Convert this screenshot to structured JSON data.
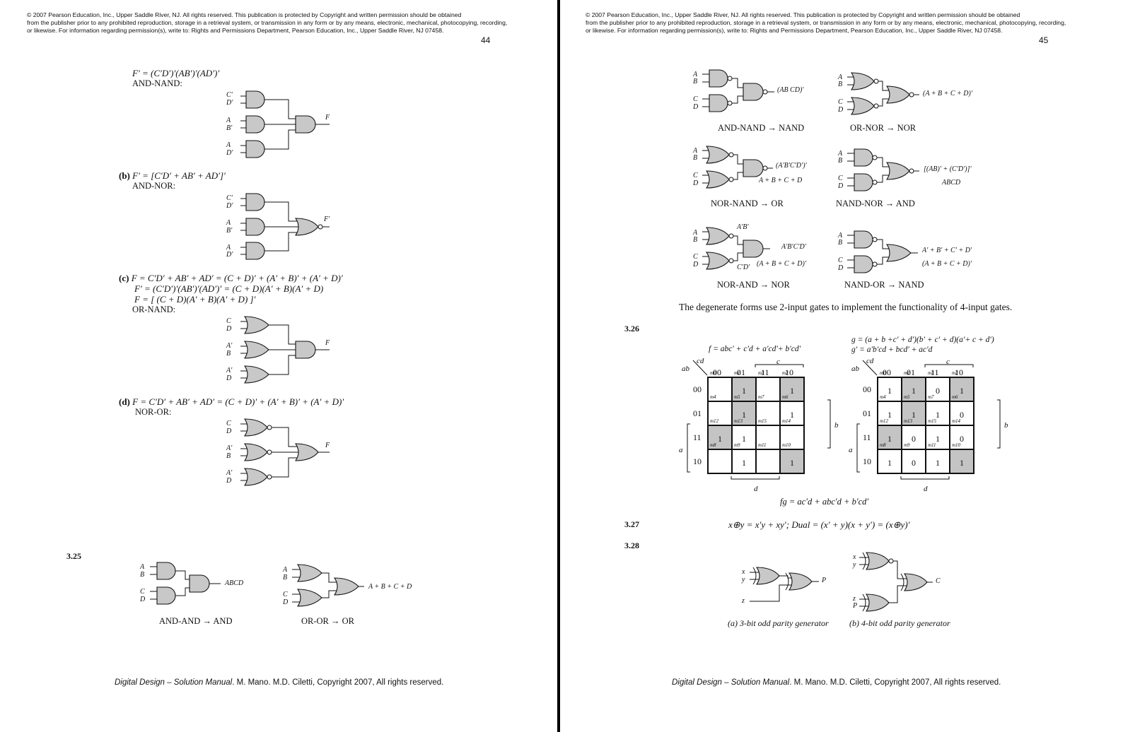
{
  "copyright": {
    "line1": "© 2007 Pearson Education, Inc., Upper Saddle River, NJ.  All rights reserved. This publication is protected by Copyright and written permission should be obtained",
    "line2": "from the publisher prior to any prohibited reproduction, storage in a retrieval system,  or transmission in any form or by any means, electronic, mechanical, photocopying, recording,",
    "line3": "or  likewise.  For information regarding permission(s), write to:  Rights and Permissions Department, Pearson Education, Inc., Upper Saddle River, NJ 07458."
  },
  "footer": {
    "title": "Digital Design – Solution Manual",
    "rest": ". M. Mano. M.D. Ciletti, Copyright 2007, All rights reserved."
  },
  "page44": {
    "number": "44",
    "a": {
      "eq": "F′ = (C′D′)′(AB′)′(AD′)′",
      "label": "AND-NAND:"
    },
    "b": {
      "tag": "(b)",
      "eq": "F′ = [C′D′ + AB′ + AD′]′",
      "label": "AND-NOR:"
    },
    "c": {
      "tag": "(c)",
      "eq1": "F = C′D′ + AB′ + AD′ = (C + D)′ + (A′ + B)′ + (A′ + D)′",
      "eq2": "F′ = (C′D′)′(AB′)′(AD′)′ = (C + D)(A′ + B)(A′ + D)",
      "eq3": "F = [ (C + D)(A′ + B)(A′ + D) ]′",
      "label": "OR-NAND:"
    },
    "d": {
      "tag": "(d)",
      "eq": "F = C′D′ + AB′ + AD′ = (C + D)′ + (A′ + B)′ + (A′ + D)′",
      "label": "NOR-OR:"
    },
    "circuit_a_inputs": [
      "C′",
      "D′",
      "A",
      "B′",
      "A",
      "D′"
    ],
    "circuit_a_out": "F",
    "circuit_b_inputs": [
      "C′",
      "D′",
      "A",
      "B′",
      "A",
      "D′"
    ],
    "circuit_b_out": "F′",
    "circuit_c_inputs": [
      "C",
      "D",
      "A′",
      "B",
      "A′",
      "D"
    ],
    "circuit_c_out": "F",
    "circuit_d_inputs": [
      "C",
      "D",
      "A′",
      "B",
      "A′",
      "D"
    ],
    "circuit_d_out": "F",
    "s325": {
      "num": "3.25",
      "left_inputs": [
        "A",
        "B",
        "C",
        "D"
      ],
      "left_out": "ABCD",
      "left_cap": "AND-AND  →  AND",
      "right_inputs": [
        "A",
        "B",
        "C",
        "D"
      ],
      "right_out": "A + B + C + D",
      "right_cap": "OR-OR  →  OR"
    }
  },
  "page45": {
    "number": "45",
    "row1": {
      "l_inputs": [
        "A",
        "B",
        "C",
        "D"
      ],
      "l_out": "(AB CD)′",
      "l_cap": "AND-NAND  →  NAND",
      "r_inputs": [
        "A",
        "B",
        "C",
        "D"
      ],
      "r_out": "(A + B + C + D)′",
      "r_cap": "OR-NOR  →  NOR"
    },
    "row2": {
      "l_inputs": [
        "A",
        "B",
        "C",
        "D"
      ],
      "l_out1": "(A′B′C′D′)′",
      "l_out2": "A + B + C + D",
      "l_cap": "NOR-NAND  →  OR",
      "r_inputs": [
        "A",
        "B",
        "C",
        "D"
      ],
      "r_out1": "[(AB)′ + (C′D′)]′",
      "r_out2": "ABCD",
      "r_cap": "NAND-NOR  →  AND"
    },
    "row3": {
      "l_inputs": [
        "A",
        "B",
        "C",
        "D"
      ],
      "l_mid1": "A′B′",
      "l_mid2": "C′D′",
      "l_out1": "A′B′C′D′",
      "l_out2": "(A + B + C + D)′",
      "l_cap": "NOR-AND  →  NOR",
      "r_inputs": [
        "A",
        "B",
        "C",
        "D"
      ],
      "r_out1": "A′ + B′ + C′ + D′",
      "r_out2": "(A + B + C + D)′",
      "r_cap": "NAND-OR  →  NAND"
    },
    "degenerate": "The degenerate forms use 2-input gates to implement the functionality of 4-input gates.",
    "s326": {
      "num": "3.26",
      "f_eq": "f = abc′ + c′d + a′cd′+ b′cd′",
      "g_eq1": "g = (a + b +c′ + d′)(b′ + c′ + d)(a′+ c + d′)",
      "g_eq2": "g′ = a′b′cd + bcd′ + ac′d",
      "fg_eq": "fg = ac′d + abc′d + b′cd′",
      "col_labels": [
        "00",
        "01",
        "11",
        "10"
      ],
      "row_labels": [
        "00",
        "01",
        "11",
        "10"
      ],
      "var_cd": "cd",
      "var_ab": "ab",
      "var_a": "a",
      "var_b": "b",
      "var_c": "c",
      "var_d": "d",
      "minterms": [
        "m0",
        "m1",
        "m3",
        "m2",
        "m4",
        "m5",
        "m7",
        "m6",
        "m12",
        "m13",
        "m15",
        "m14",
        "m8",
        "m9",
        "m11",
        "m10"
      ],
      "f_values": [
        "",
        "1",
        "",
        "1",
        "",
        "1",
        "",
        "1",
        "1",
        "1",
        "",
        "",
        "",
        "1",
        "",
        "1"
      ],
      "f_shaded": [
        false,
        true,
        false,
        true,
        false,
        true,
        false,
        false,
        true,
        false,
        false,
        false,
        false,
        false,
        false,
        true
      ],
      "g_values": [
        "1",
        "1",
        "0",
        "1",
        "1",
        "1",
        "1",
        "0",
        "1",
        "0",
        "1",
        "0",
        "1",
        "0",
        "1",
        "1"
      ],
      "g_shaded": [
        false,
        true,
        false,
        true,
        false,
        true,
        false,
        false,
        true,
        false,
        false,
        false,
        false,
        false,
        false,
        true
      ]
    },
    "s327": {
      "num": "3.27",
      "eq": "x⊕y = x′y + xy′; Dual = (x′ + y)(x + y′) = (x⊕y)′"
    },
    "s328": {
      "num": "3.28",
      "a_inputs": [
        "x",
        "y",
        "z"
      ],
      "a_out": "P",
      "a_cap": "(a) 3-bit odd parity generator",
      "b_inputs": [
        "x",
        "y",
        "z",
        "P"
      ],
      "b_out": "C",
      "b_cap": "(b) 4-bit odd parity generator"
    }
  }
}
